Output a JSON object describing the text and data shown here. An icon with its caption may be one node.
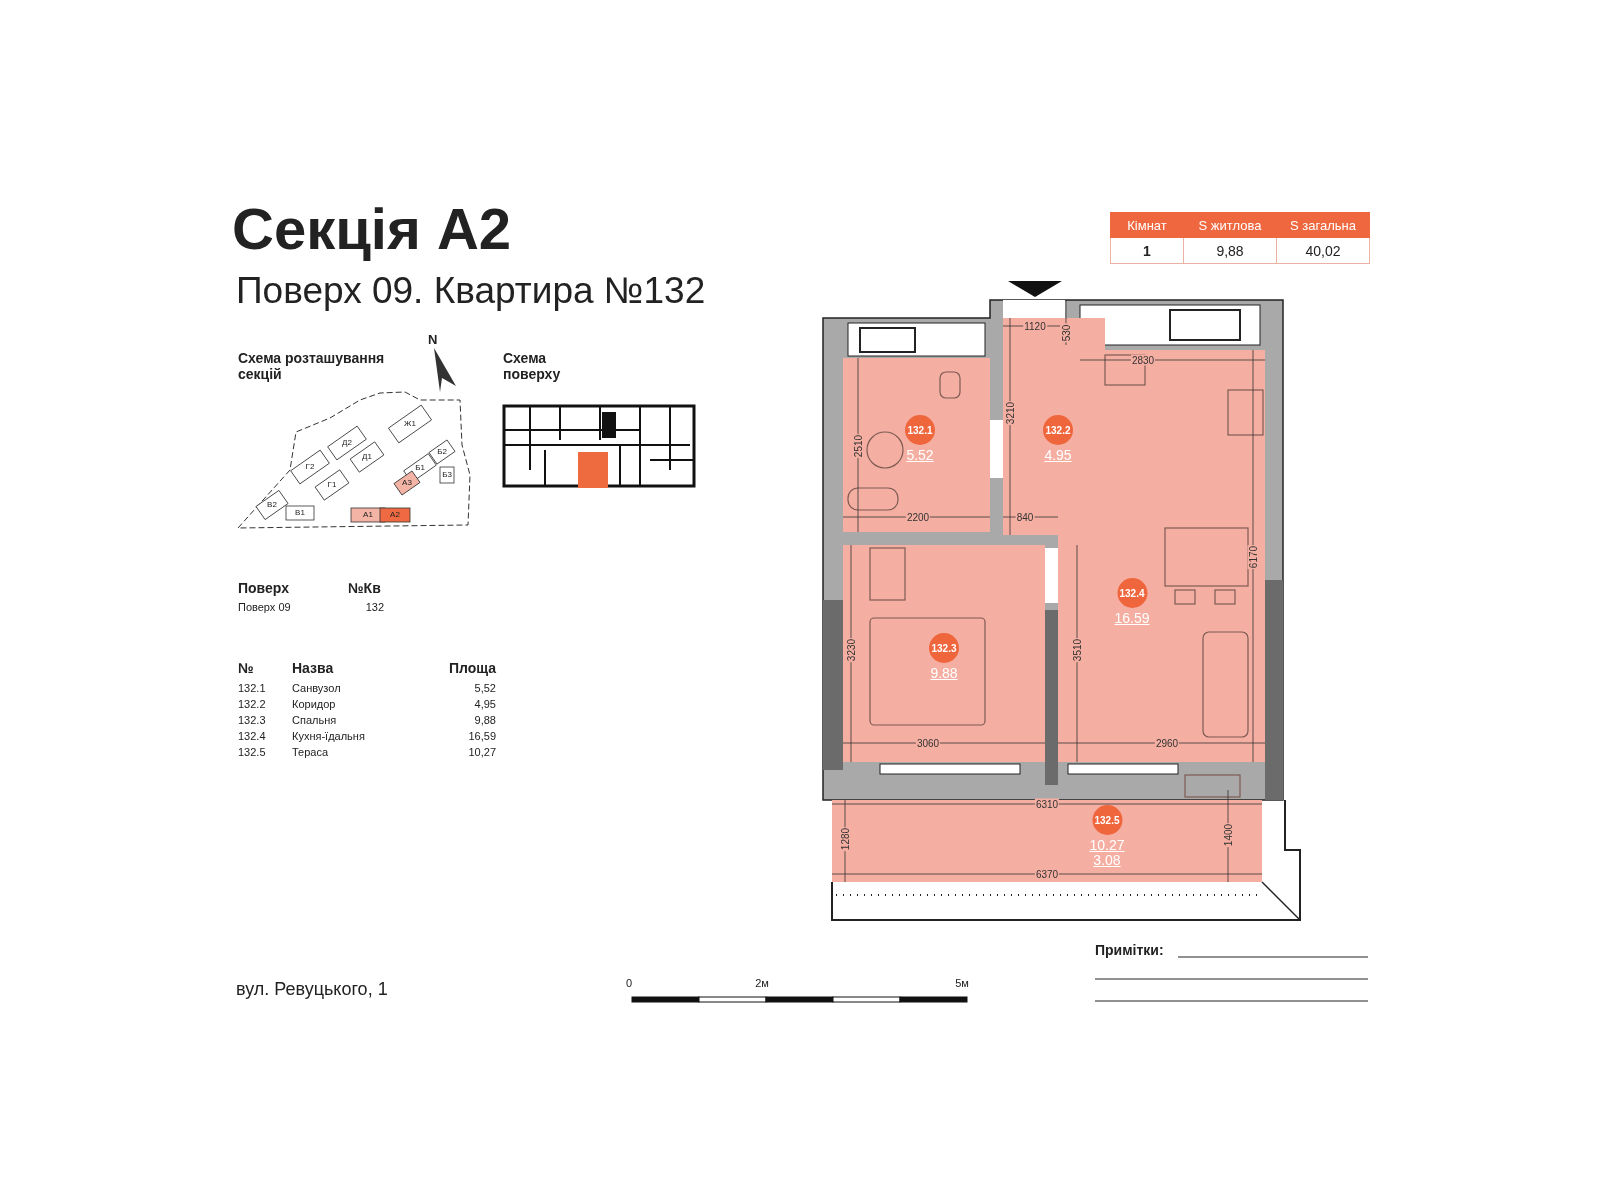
{
  "diagram": {
    "title": "Секція А2",
    "nodes": [
      {
        "text": [
          "132.1",
          "5.52"
        ]
      },
      {
        "text": [
          "132.2",
          "4.95"
        ]
      },
      {
        "text": [
          "132.3",
          "9.88"
        ]
      },
      {
        "text": [
          "132.4",
          "16.59"
        ]
      },
      {
        "text": [
          "132.5",
          "10.27",
          "3.08"
        ]
      }
    ],
    "edges": [],
    "labels": [
      "Поверх 09. Квартира №132",
      "Кімнат",
      "S житлова",
      "S загальна",
      "1",
      "9,88",
      "40,02",
      "Схема розташування секцій",
      "N",
      "Схема поверху",
      "Ж1",
      "Д2",
      "Д1",
      "Г2",
      "Г1",
      "Б2",
      "Б1",
      "Б3",
      "А3",
      "В2",
      "В1",
      "А1",
      "А2",
      "Поверх",
      "№Кв",
      "Поверх 09",
      "132",
      "№",
      "Назва",
      "Площа",
      "132.1",
      "Санвузол",
      "5,52",
      "132.2",
      "Коридор",
      "4,95",
      "132.3",
      "Спальня",
      "9,88",
      "132.4",
      "Кухня-їдальня",
      "16,59",
      "132.5",
      "Тераса",
      "10,27",
      "1120",
      "530",
      "2830",
      "3210",
      "2510",
      "2200",
      "840",
      "6170",
      "3230",
      "3510",
      "3060",
      "2960",
      "6310",
      "1280",
      "1400",
      "6370",
      "вул. Ревуцького, 1",
      "0",
      "2м",
      "5м",
      "Примітки:"
    ]
  }
}
